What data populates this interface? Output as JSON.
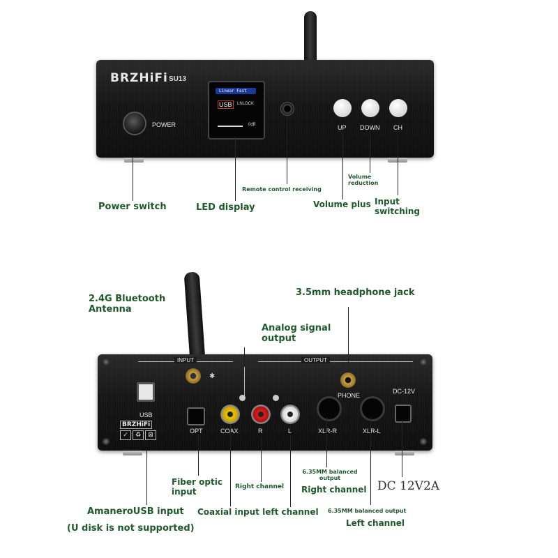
{
  "front": {
    "brand": "BRZHiFi",
    "model": "SU13",
    "power_label": "POWER",
    "screen_line1": "Linear Fast",
    "screen_usb": "USB",
    "screen_lock": "LNLOCK",
    "screen_volume": "0dB",
    "btn_up": "UP",
    "btn_down": "DOWN",
    "btn_ch": "CH"
  },
  "front_callouts": {
    "power_switch": "Power switch",
    "led_display": "LED display",
    "remote": "Remote control receiving",
    "volume_plus": "Volume plus",
    "volume_reduction": "Volume reduction",
    "input_switching": "Input switching"
  },
  "back": {
    "input_label": "INPUT",
    "output_label": "OUTPUT",
    "usb_label": "USB",
    "opt_label": "OPT",
    "coax_label": "COAX",
    "r_label": "R",
    "l_label": "L",
    "phone_label": "PHONE",
    "xlr_r_label": "XLR-R",
    "xlr_l_label": "XLR-L",
    "dc_label": "DC-12V",
    "brand_small": "BRZHiFi"
  },
  "back_callouts": {
    "antenna": "2.4G Bluetooth Antenna",
    "headphone": "3.5mm headphone jack",
    "analog_output": "Analog signal output",
    "fiber": "Fiber optic input",
    "usb_input": "AmaneroUSB input",
    "usb_note": "(U disk is not supported)",
    "right_channel": "Right channel",
    "coax_left": "Coaxial input left channel",
    "balanced_right_note": "6.35MM balanced output",
    "balanced_right": "Right channel",
    "dc": "DC 12V2A",
    "balanced_left_note": "6.35MM balanced output",
    "balanced_left": "Left channel"
  }
}
